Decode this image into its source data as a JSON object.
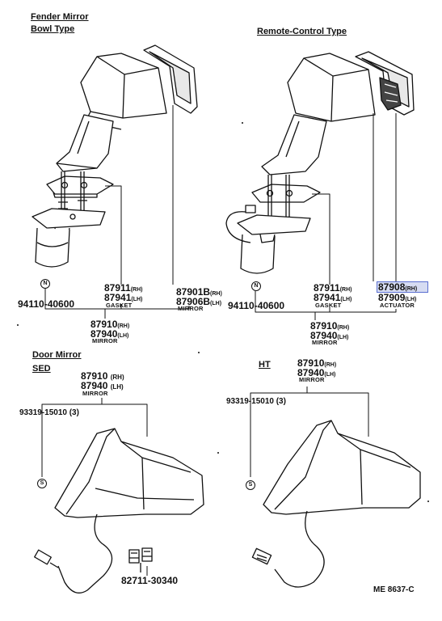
{
  "sections": {
    "fender_mirror": "Fender Mirror",
    "bowl_type": "Bowl Type",
    "remote_control_type": "Remote-Control Type",
    "door_mirror": "Door Mirror",
    "sed": "SED",
    "ht": "HT"
  },
  "fender_bowl": {
    "gasket_rh": "87911",
    "gasket_lh": "87941",
    "gasket_label": "GASKET",
    "mirror_rh": "87910",
    "mirror_lh": "87940",
    "mirror_label": "MIRROR",
    "glass_rh": "87901B",
    "glass_lh": "87906B",
    "glass_label": "MIRROR",
    "nut": "94110-40600",
    "nut_symbol": "N"
  },
  "remote_control": {
    "gasket_rh": "87911",
    "gasket_lh": "87941",
    "gasket_label": "GASKET",
    "mirror_rh": "87910",
    "mirror_lh": "87940",
    "mirror_label": "MIRROR",
    "actuator_rh": "87908",
    "actuator_lh": "87909",
    "actuator_label": "ACTUATOR",
    "nut": "94110-40600",
    "nut_symbol": "N"
  },
  "door_sed": {
    "mirror_rh": "87910",
    "mirror_lh": "87940",
    "rh_tag": "(RH)",
    "lh_tag": "(LH)",
    "mirror_label": "MIRROR",
    "screw": "93319-15010 (3)",
    "screw_symbol": "S",
    "clip": "82711-30340"
  },
  "door_ht": {
    "mirror_rh": "87910",
    "mirror_lh": "87940",
    "mirror_label": "MIRROR",
    "screw": "93319-15010 (3)",
    "screw_symbol": "S"
  },
  "tags": {
    "rh": "(RH)",
    "lh": "(LH)"
  },
  "footer": {
    "code": "ME 8637-C"
  }
}
